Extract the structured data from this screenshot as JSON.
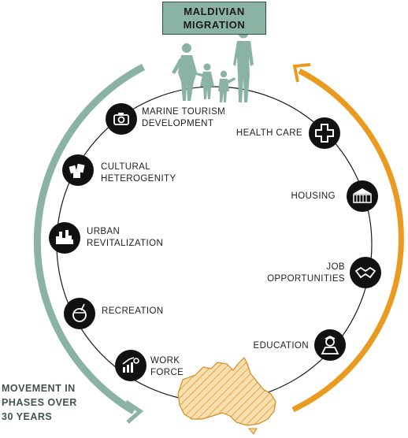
{
  "title": {
    "line1": "MALDIVIAN",
    "line2": "MIGRATION"
  },
  "origin_factors": [
    {
      "line1": "MARINE TOURISM",
      "line2": "DEVELOPMENT",
      "icon": "camera-icon"
    },
    {
      "line1": "CULTURAL",
      "line2": "HETEROGENITY",
      "icon": "people-group-icon"
    },
    {
      "line1": "URBAN",
      "line2": "REVITALIZATION",
      "icon": "city-skyline-icon"
    },
    {
      "line1": "RECREATION",
      "line2": "",
      "icon": "coconut-drink-icon"
    },
    {
      "line1": "WORK",
      "line2": "FORCE",
      "icon": "growth-chart-icon"
    }
  ],
  "destination_factors": [
    {
      "line1": "HEALTH CARE",
      "line2": "",
      "icon": "medical-cross-icon"
    },
    {
      "line1": "HOUSING",
      "line2": "",
      "icon": "building-icon"
    },
    {
      "line1": "JOB",
      "line2": "OPPORTUNITIES",
      "icon": "handshake-icon"
    },
    {
      "line1": "EDUCATION",
      "line2": "",
      "icon": "student-icon"
    }
  ],
  "movement_note": {
    "line1": "MOVEMENT IN",
    "line2": "PHASES OVER",
    "line3": "30 YEARS"
  },
  "colors": {
    "green_arrow": "#8ab3a3",
    "orange_arrow": "#ea9a1e",
    "family": "#8ab3a3",
    "map_fill": "#f6d59c",
    "map_hatch": "#e69421",
    "icon_bg": "#111111"
  }
}
